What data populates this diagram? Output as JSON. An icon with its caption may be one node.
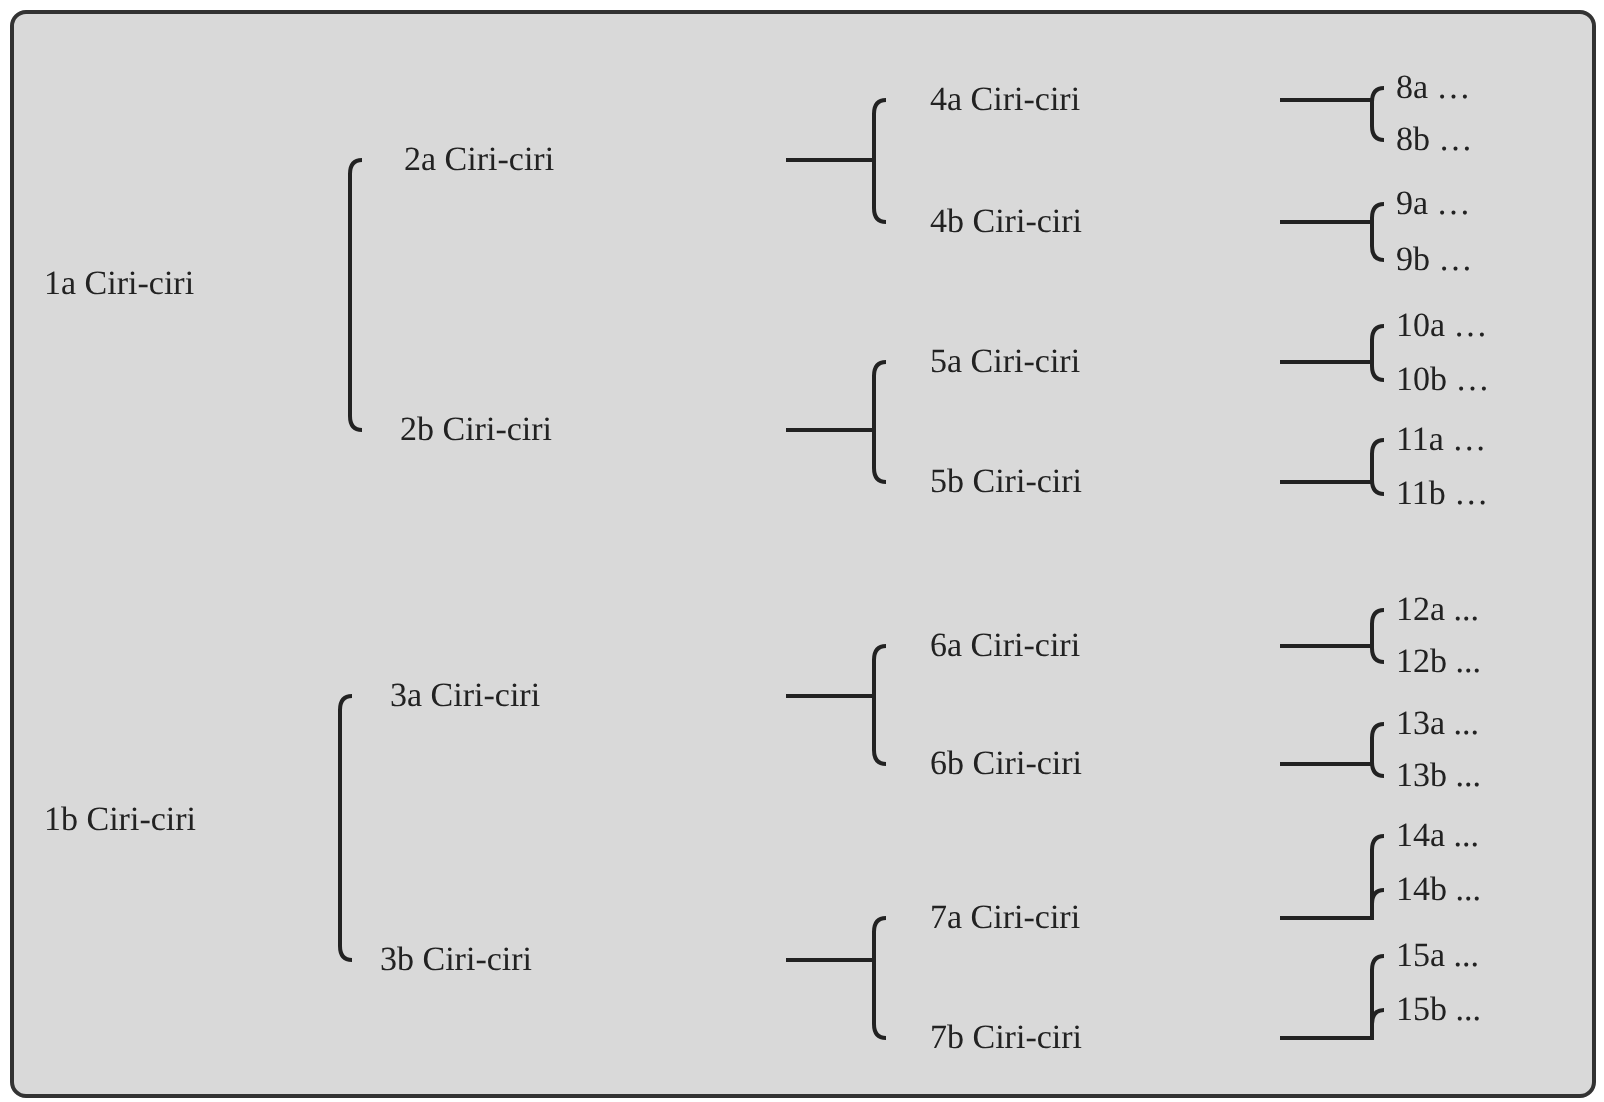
{
  "diagram": {
    "nodes": [
      {
        "text": [
          "1a Ciri-ciri"
        ]
      },
      {
        "text": [
          "1b Ciri-ciri"
        ]
      },
      {
        "text": [
          "2a Ciri-ciri"
        ]
      },
      {
        "text": [
          "2b Ciri-ciri"
        ]
      },
      {
        "text": [
          "3a Ciri-ciri"
        ]
      },
      {
        "text": [
          "3b Ciri-ciri"
        ]
      },
      {
        "text": [
          "4a Ciri-ciri"
        ]
      },
      {
        "text": [
          "4b Ciri-ciri"
        ]
      },
      {
        "text": [
          "5a Ciri-ciri"
        ]
      },
      {
        "text": [
          "5b Ciri-ciri"
        ]
      },
      {
        "text": [
          "6a Ciri-ciri"
        ]
      },
      {
        "text": [
          "6b Ciri-ciri"
        ]
      },
      {
        "text": [
          "7a Ciri-ciri"
        ]
      },
      {
        "text": [
          "7b Ciri-ciri"
        ]
      },
      {
        "text": [
          "8a …"
        ]
      },
      {
        "text": [
          "8b …"
        ]
      },
      {
        "text": [
          "9a …"
        ]
      },
      {
        "text": [
          "9b …"
        ]
      },
      {
        "text": [
          "10a …"
        ]
      },
      {
        "text": [
          "10b …"
        ]
      },
      {
        "text": [
          "11a …"
        ]
      },
      {
        "text": [
          "11b …"
        ]
      },
      {
        "text": [
          "12a ..."
        ]
      },
      {
        "text": [
          "12b ..."
        ]
      },
      {
        "text": [
          "13a ..."
        ]
      },
      {
        "text": [
          "13b ..."
        ]
      },
      {
        "text": [
          "14a ..."
        ]
      },
      {
        "text": [
          "14b ..."
        ]
      },
      {
        "text": [
          "15a ..."
        ]
      },
      {
        "text": [
          "15b ..."
        ]
      }
    ],
    "edges": [
      {
        "from": 0,
        "to": 2,
        "arrow": "none"
      },
      {
        "from": 0,
        "to": 3,
        "arrow": "none"
      },
      {
        "from": 1,
        "to": 4,
        "arrow": "none"
      },
      {
        "from": 1,
        "to": 5,
        "arrow": "none"
      },
      {
        "from": 2,
        "to": 6,
        "arrow": "none"
      },
      {
        "from": 2,
        "to": 7,
        "arrow": "none"
      },
      {
        "from": 3,
        "to": 8,
        "arrow": "none"
      },
      {
        "from": 3,
        "to": 9,
        "arrow": "none"
      },
      {
        "from": 4,
        "to": 10,
        "arrow": "none"
      },
      {
        "from": 4,
        "to": 11,
        "arrow": "none"
      },
      {
        "from": 5,
        "to": 12,
        "arrow": "none"
      },
      {
        "from": 5,
        "to": 13,
        "arrow": "none"
      },
      {
        "from": 6,
        "to": 14,
        "arrow": "none"
      },
      {
        "from": 6,
        "to": 15,
        "arrow": "none"
      },
      {
        "from": 7,
        "to": 16,
        "arrow": "none"
      },
      {
        "from": 7,
        "to": 17,
        "arrow": "none"
      },
      {
        "from": 8,
        "to": 18,
        "arrow": "none"
      },
      {
        "from": 8,
        "to": 19,
        "arrow": "none"
      },
      {
        "from": 9,
        "to": 20,
        "arrow": "none"
      },
      {
        "from": 9,
        "to": 21,
        "arrow": "none"
      },
      {
        "from": 10,
        "to": 22,
        "arrow": "none"
      },
      {
        "from": 10,
        "to": 23,
        "arrow": "none"
      },
      {
        "from": 11,
        "to": 24,
        "arrow": "none"
      },
      {
        "from": 11,
        "to": 25,
        "arrow": "none"
      },
      {
        "from": 12,
        "to": 26,
        "arrow": "none"
      },
      {
        "from": 12,
        "to": 27,
        "arrow": "none"
      },
      {
        "from": 13,
        "to": 28,
        "arrow": "none"
      },
      {
        "from": 13,
        "to": 29,
        "arrow": "none"
      }
    ]
  }
}
